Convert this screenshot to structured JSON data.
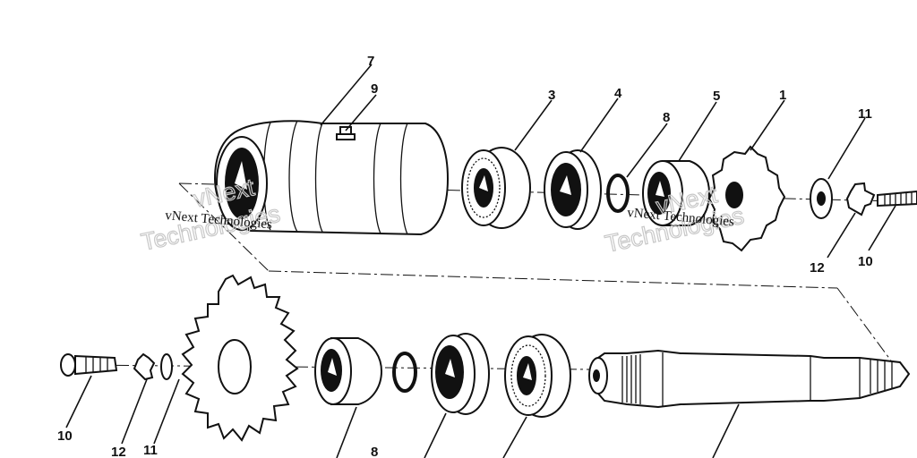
{
  "watermark": {
    "line1": "vNext Technologies",
    "line2_a": "vNext",
    "line2_b": "Technologies"
  },
  "callouts": {
    "upper": [
      "7",
      "9",
      "3",
      "4",
      "8",
      "5",
      "1",
      "11",
      "12",
      "10"
    ],
    "lower": [
      "10",
      "12",
      "11",
      "8"
    ]
  },
  "parts": {
    "housing": "housing",
    "grease-fitting": "grease-fitting",
    "bearing": "bearing",
    "bearing-cup": "bearing-cup",
    "o-ring": "o-ring",
    "seal": "seal",
    "small-sprocket": "small-sprocket",
    "washer": "washer",
    "lock-washer": "lock-washer",
    "bolt": "bolt",
    "large-sprocket": "large-sprocket",
    "shaft": "shaft"
  }
}
